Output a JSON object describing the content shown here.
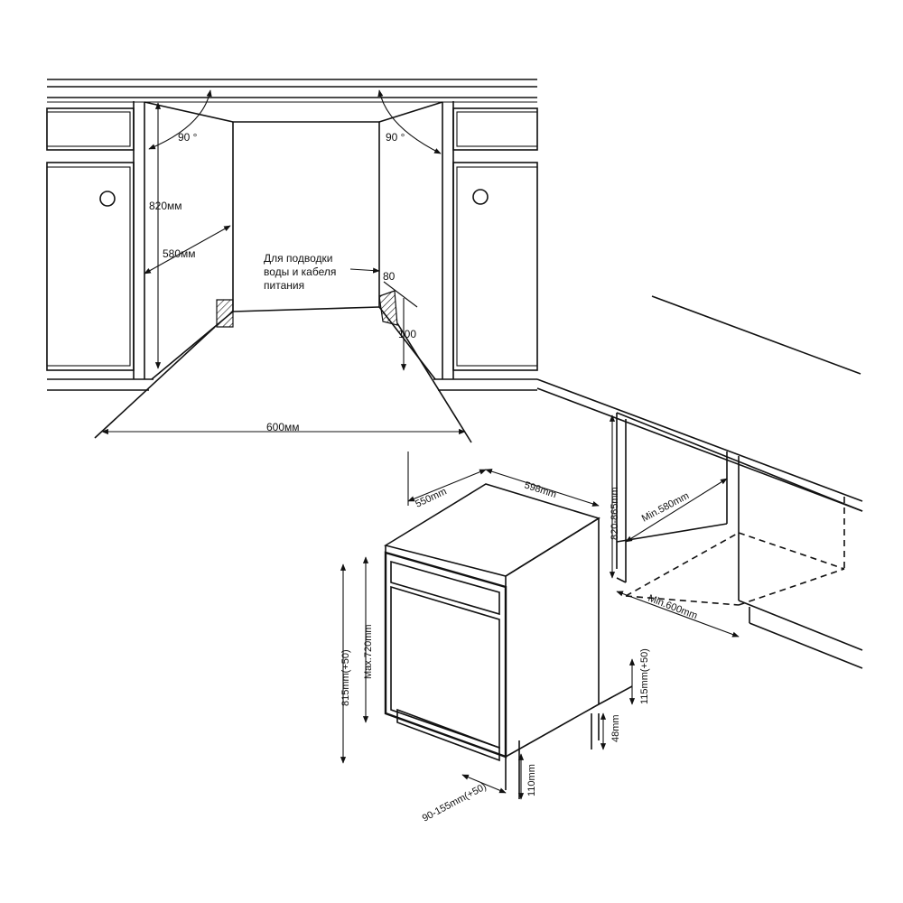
{
  "top_view": {
    "angle_left": "90 °",
    "angle_right": "90 °",
    "height": "820мм",
    "depth": "580мм",
    "width": "600мм",
    "note_line1": "Для подводки",
    "note_line2": "воды и кабеля",
    "note_line3": "питания",
    "dim_80": "80",
    "dim_100": "100"
  },
  "bottom_view": {
    "width": "598mm",
    "depth": "550mm",
    "niche_height": "820-865mm",
    "min_depth": "Min.580mm",
    "min_width": "Min.600mm",
    "total_height": "815mm(+50)",
    "max_door": "Max.720mm",
    "plinth_adj": "115mm(+50)",
    "plinth_48": "48mm",
    "plinth_110": "110mm",
    "plinth_range": "90-155mm(+50)"
  }
}
